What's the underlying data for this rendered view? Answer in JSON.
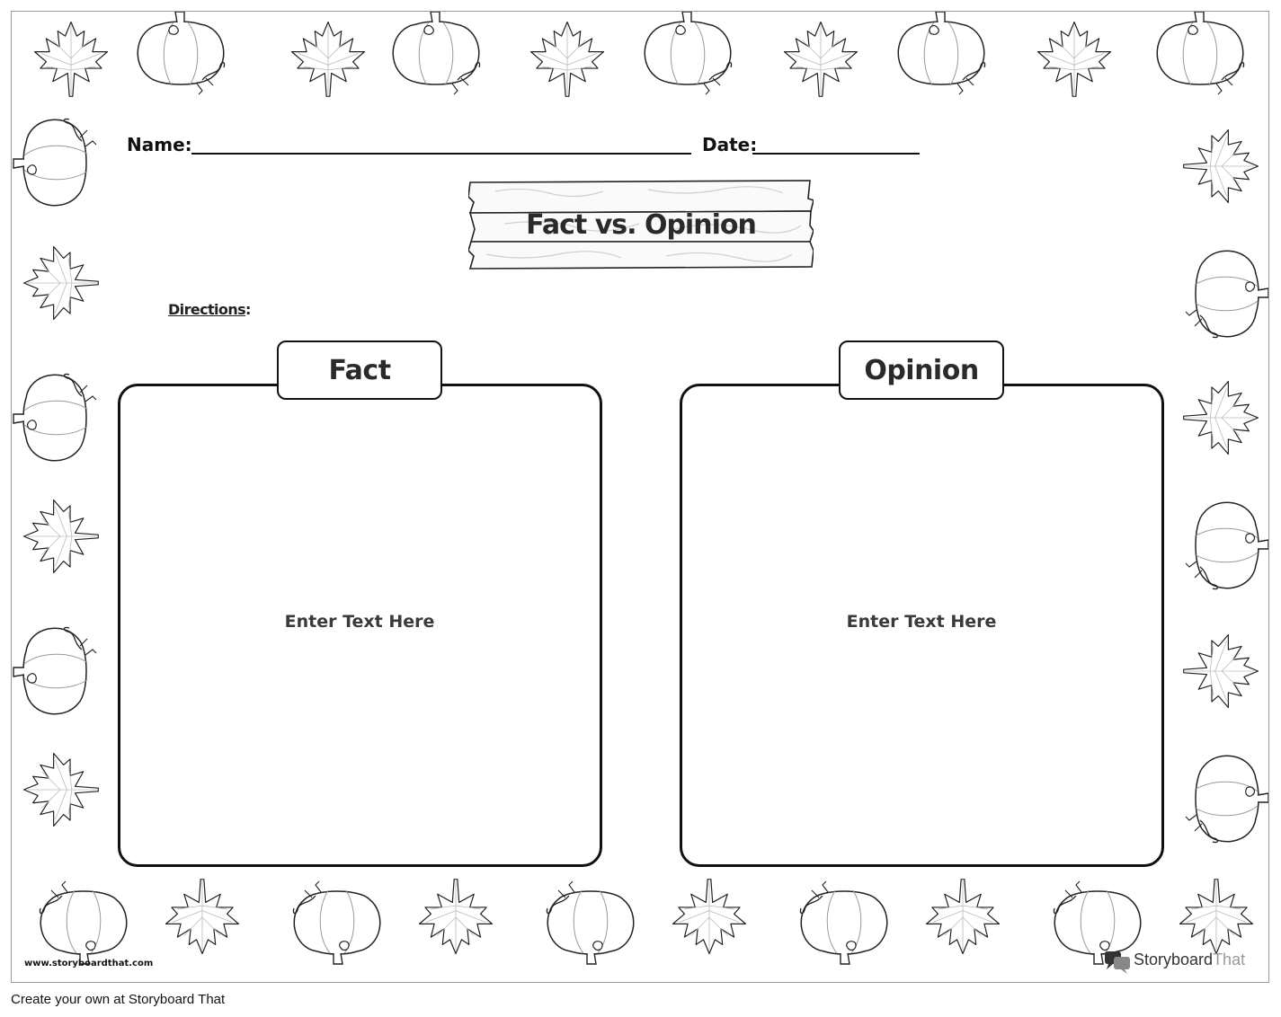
{
  "worksheet": {
    "name_label": "Name:",
    "date_label": "Date:",
    "title": "Fact vs. Opinion",
    "directions_label": "Directions",
    "directions_colon": ":",
    "columns": [
      {
        "heading": "Fact",
        "placeholder": "Enter Text Here"
      },
      {
        "heading": "Opinion",
        "placeholder": "Enter Text Here"
      }
    ]
  },
  "border": {
    "icons": [
      "pumpkin-icon",
      "maple-leaf-icon"
    ],
    "line_color": "#222222",
    "vein_color": "#bbbbbb"
  },
  "footer": {
    "site_url": "www.storyboardthat.com",
    "brand_dark": "Storyboard",
    "brand_light": "That",
    "caption": "Create your own at Storyboard That"
  }
}
